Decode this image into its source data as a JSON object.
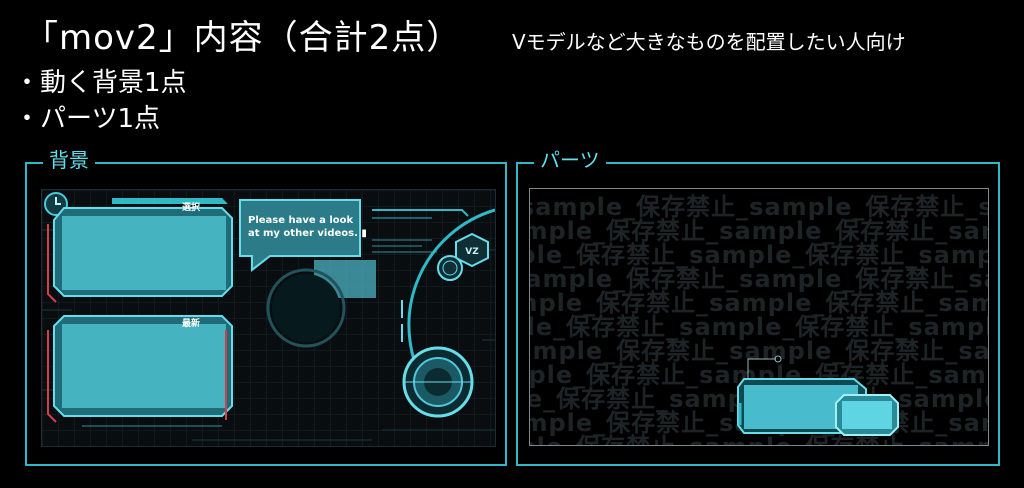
{
  "heading": {
    "title": "「mov2」内容（合計2点）",
    "subtitle": "Vモデルなど大きなものを配置したい人向け",
    "bullets": [
      "・動く背景1点",
      "・パーツ1点"
    ]
  },
  "panels": {
    "background": {
      "label": "背景",
      "bubble_text": "Please have a look at my other videos. ▮",
      "tag_top": "選択",
      "tag_bottom": "最新"
    },
    "parts": {
      "label": "パーツ"
    }
  },
  "watermark": {
    "text": "sample_保存禁止_sample_保存禁止_sample_保存禁止_sample"
  },
  "colors": {
    "accent": "#2fb9c6",
    "frame_fill": "#4fc9da",
    "background": "#000000"
  }
}
